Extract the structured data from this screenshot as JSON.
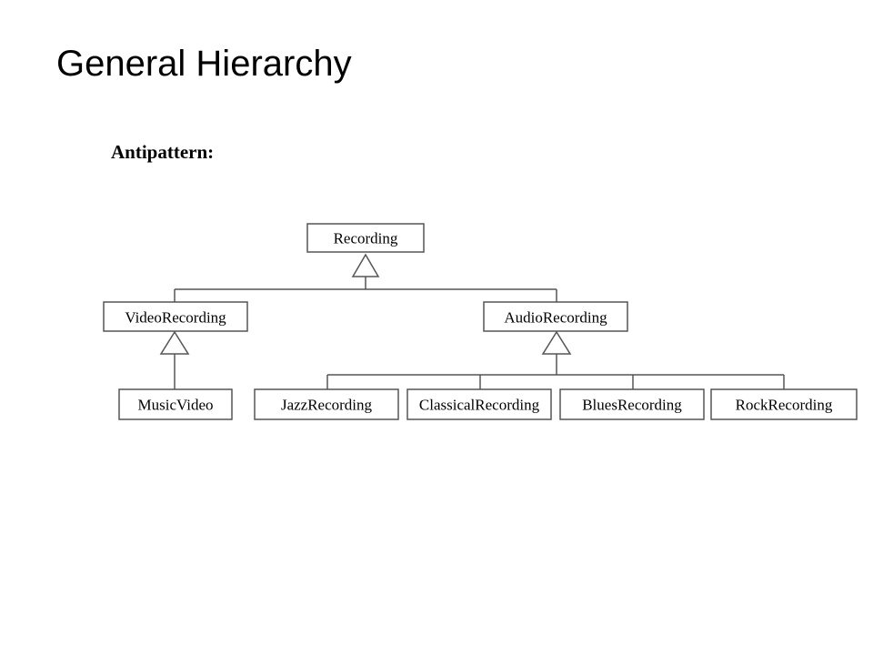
{
  "slide": {
    "title": "General Hierarchy",
    "subtitle": "Antipattern:"
  },
  "diagram": {
    "classes": {
      "recording": "Recording",
      "video_recording": "VideoRecording",
      "audio_recording": "AudioRecording",
      "music_video": "MusicVideo",
      "jazz_recording": "JazzRecording",
      "classical_recording": "ClassicalRecording",
      "blues_recording": "BluesRecording",
      "rock_recording": "RockRecording"
    },
    "generalizations": [
      {
        "parent": "Recording",
        "children": [
          "VideoRecording",
          "AudioRecording"
        ]
      },
      {
        "parent": "VideoRecording",
        "children": [
          "MusicVideo"
        ]
      },
      {
        "parent": "AudioRecording",
        "children": [
          "JazzRecording",
          "ClassicalRecording",
          "BluesRecording",
          "RockRecording"
        ]
      }
    ],
    "line_color": "#555555",
    "box_fill": "#ffffff"
  }
}
